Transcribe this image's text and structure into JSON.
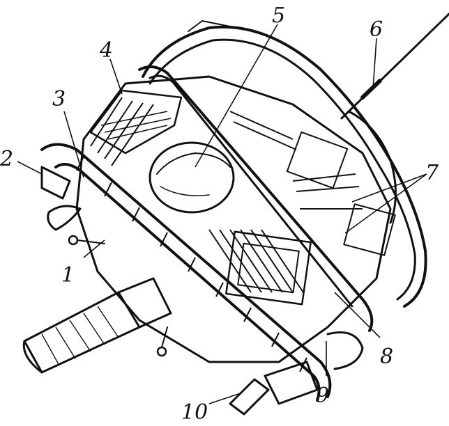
{
  "figure": {
    "subject": "spacecraft-cutaway-line-drawing",
    "callouts": [
      {
        "id": "c1",
        "label": "1"
      },
      {
        "id": "c2",
        "label": "2"
      },
      {
        "id": "c3",
        "label": "3"
      },
      {
        "id": "c4",
        "label": "4"
      },
      {
        "id": "c5",
        "label": "5"
      },
      {
        "id": "c6",
        "label": "6"
      },
      {
        "id": "c7",
        "label": "7"
      },
      {
        "id": "c8",
        "label": "8"
      },
      {
        "id": "c9",
        "label": "9"
      },
      {
        "id": "c10",
        "label": "10"
      }
    ]
  },
  "colors": {
    "ink": "#111111",
    "paper": "#ffffff"
  }
}
